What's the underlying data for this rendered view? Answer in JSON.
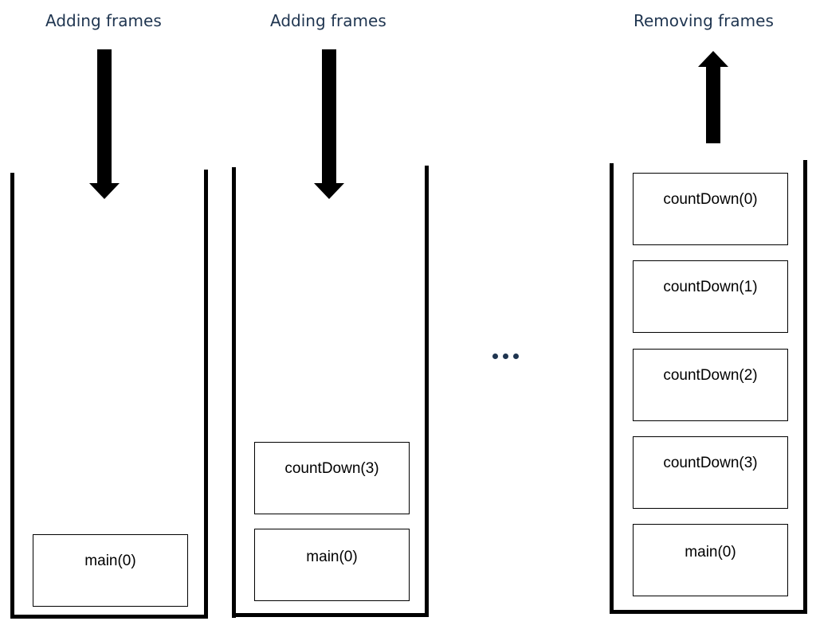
{
  "headings": {
    "stack1": "Adding frames",
    "stack2": "Adding frames",
    "stack3": "Removing frames"
  },
  "stack1": {
    "frames": [
      "main(0)"
    ]
  },
  "stack2": {
    "frames": [
      "countDown(3)",
      "main(0)"
    ]
  },
  "stack3": {
    "frames": [
      "countDown(0)",
      "countDown(1)",
      "countDown(2)",
      "countDown(3)",
      "main(0)"
    ]
  },
  "arrows": {
    "stack1": "push-down",
    "stack2": "push-down",
    "stack3": "pop-up"
  },
  "ellipsis": "three-dots"
}
